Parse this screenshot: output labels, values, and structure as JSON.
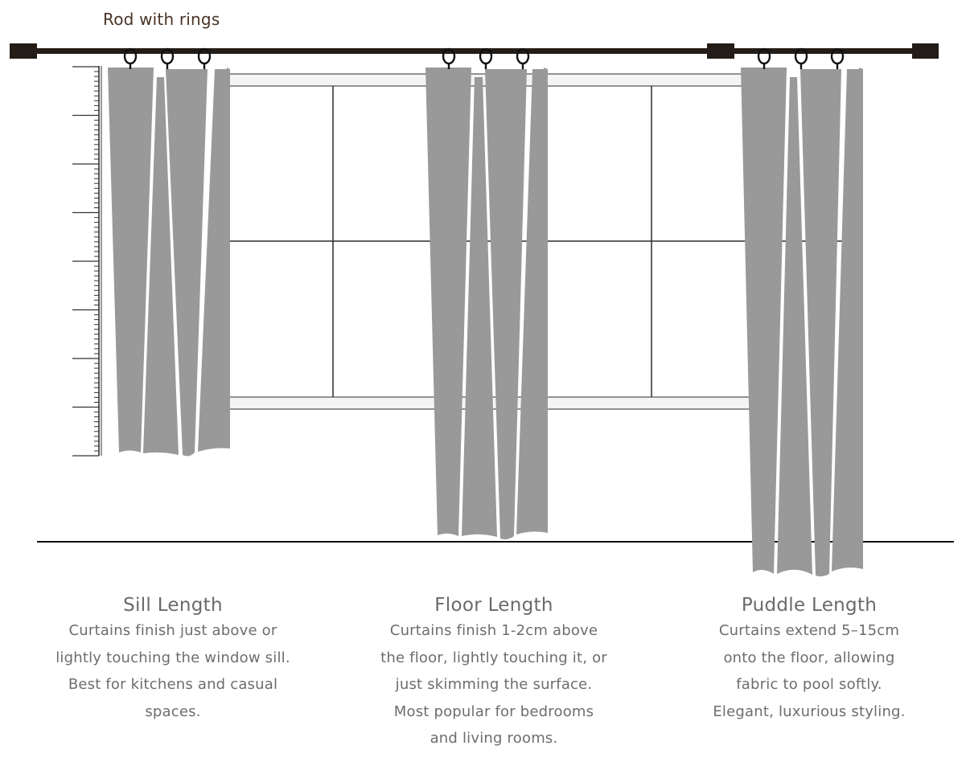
{
  "rod_label": "Rod with rings",
  "colors": {
    "rod": "#231c17",
    "curtain": "#999999",
    "frame": "#2b2b2b",
    "sill": "#f4f4f4",
    "text": "#6d6d6d"
  },
  "captions": [
    {
      "title": "Sill Length",
      "lines": [
        "Curtains finish just above or",
        "lightly touching the window sill.",
        "Best for kitchens and casual",
        "spaces."
      ]
    },
    {
      "title": "Floor Length",
      "lines": [
        "Curtains finish 1-2cm above",
        "the floor, lightly touching it, or",
        "just skimming the surface.",
        "Most popular for bedrooms",
        "and living rooms."
      ]
    },
    {
      "title": "Puddle Length",
      "lines": [
        "Curtains extend 5–15cm",
        "onto the floor, allowing",
        "fabric to pool softly.",
        "Elegant, luxurious styling."
      ]
    }
  ]
}
